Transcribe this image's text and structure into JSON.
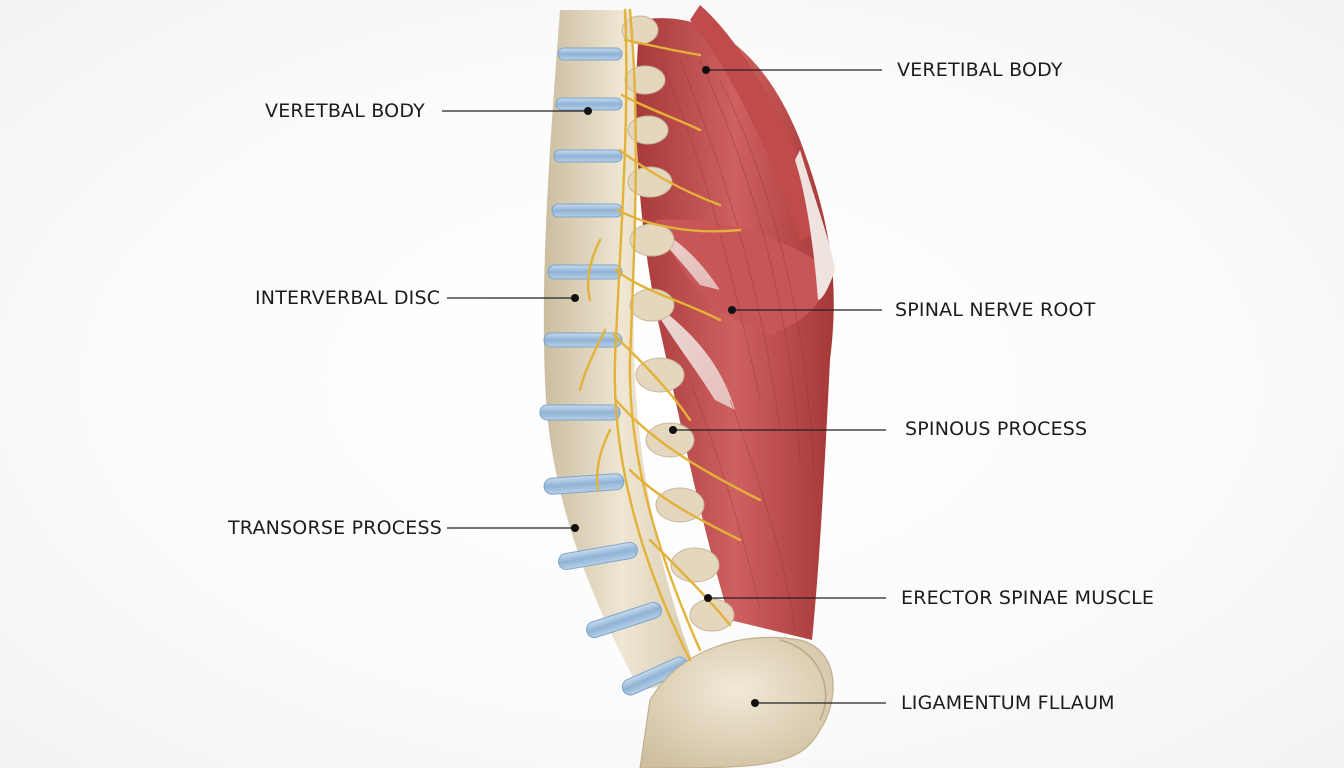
{
  "labels": {
    "left": [
      {
        "id": "l1",
        "text": "VERETBAL BODY"
      },
      {
        "id": "l2",
        "text": "INTERVERBAL DISC"
      },
      {
        "id": "l3",
        "text": "TRANSORSE PROCESS"
      }
    ],
    "right": [
      {
        "id": "r1",
        "text": "VERETIBAL BODY"
      },
      {
        "id": "r2",
        "text": "SPINAL NERVE ROOT"
      },
      {
        "id": "r3",
        "text": "SPINOUS PROCESS"
      },
      {
        "id": "r4",
        "text": "ERECTOR SPINAE MUSCLE"
      },
      {
        "id": "r5",
        "text": "LIGAMENTUM FLLAUM"
      }
    ]
  },
  "colors": {
    "bone": "#e8dcc6",
    "disc": "#9cbfdc",
    "muscle": "#b84646",
    "nerve": "#e3b53a",
    "leader": "#222222"
  }
}
